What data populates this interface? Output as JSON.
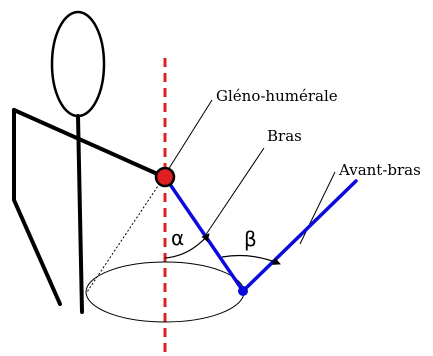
{
  "labels": {
    "gleno": "Gléno-humérale",
    "bras": "Bras",
    "avant_bras": "Avant-bras",
    "alpha": "α",
    "beta": "β"
  },
  "colors": {
    "figure": "#000000",
    "axis": "#e02020",
    "arm": "#0a0adc",
    "joint_fill": "#e02020",
    "elbow_fill": "#0a0adc"
  }
}
